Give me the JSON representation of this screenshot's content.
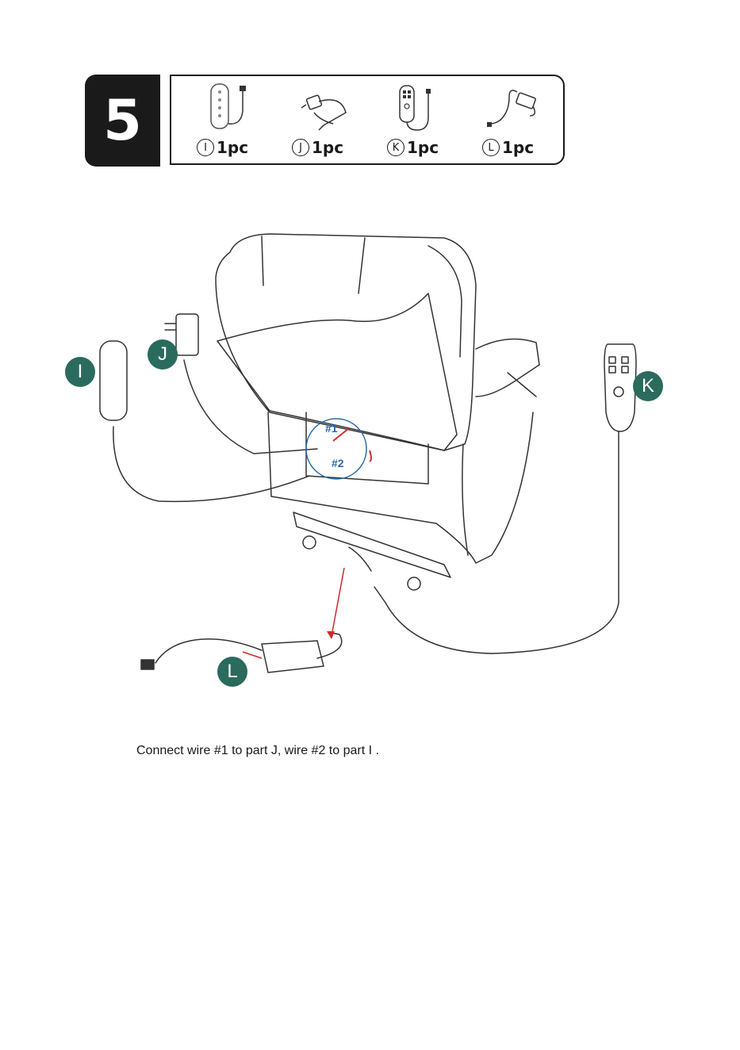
{
  "step": {
    "number": "5"
  },
  "parts": [
    {
      "letter": "I",
      "qty": "1pc",
      "icon": "hand-remote-icon"
    },
    {
      "letter": "J",
      "qty": "1pc",
      "icon": "ac-adapter-icon"
    },
    {
      "letter": "K",
      "qty": "1pc",
      "icon": "small-remote-icon"
    },
    {
      "letter": "L",
      "qty": "1pc",
      "icon": "power-supply-icon"
    }
  ],
  "callouts": {
    "i": "I",
    "j": "J",
    "k": "K",
    "l": "L"
  },
  "wires": {
    "w1": "#1",
    "w2": "#2"
  },
  "instruction": "Connect wire #1 to part J, wire #2 to part I .",
  "colors": {
    "callout": "#2a6b5e",
    "wire_tag": "#2a6aa5",
    "arrow": "#d12b2b"
  }
}
